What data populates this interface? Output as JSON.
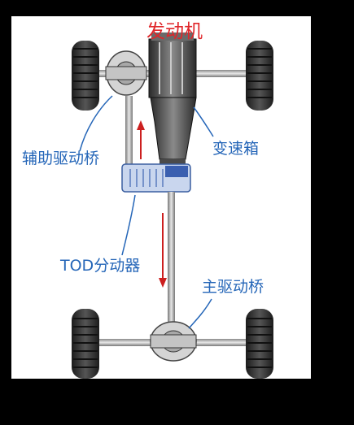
{
  "labels": {
    "engine": "发动机",
    "gearbox": "变速箱",
    "aux_axle": "辅助驱动桥",
    "tod_transfer": "TOD分动器",
    "main_axle": "主驱动桥"
  },
  "colors": {
    "engine_label": "#e0262a",
    "part_label": "#2566b8",
    "arrow": "#cc1f1f",
    "frame_bg": "#000000"
  }
}
